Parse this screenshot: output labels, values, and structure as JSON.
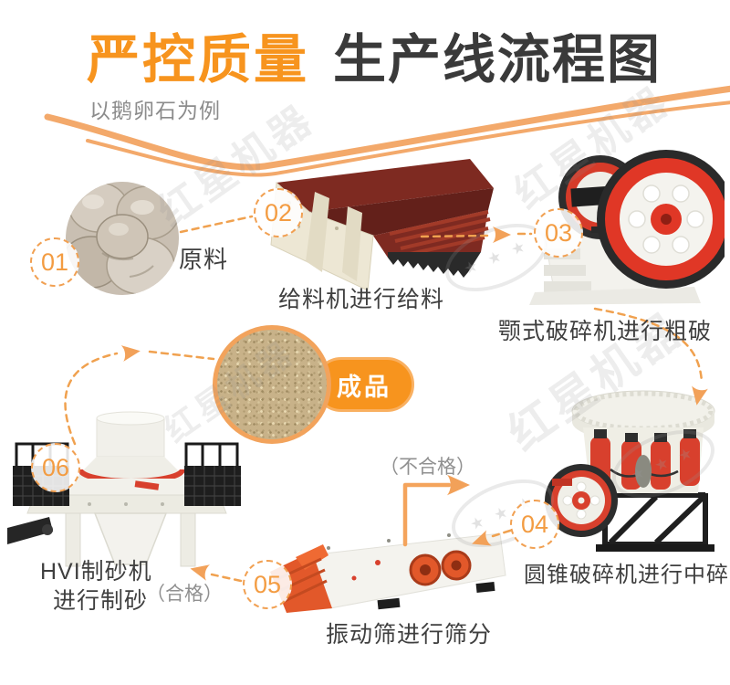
{
  "header": {
    "title_accent": "严控质量",
    "title_main": "生产线流程图",
    "subtitle": "以鹅卵石为例"
  },
  "steps": [
    {
      "num": "01",
      "label": "原料"
    },
    {
      "num": "02",
      "label": "给料机进行给料"
    },
    {
      "num": "03",
      "label": "颚式破碎机进行粗破"
    },
    {
      "num": "04",
      "label": "圆锥破碎机进行中碎"
    },
    {
      "num": "05",
      "label": "振动筛进行筛分"
    },
    {
      "num": "06",
      "label": "HVI制砂机",
      "label_line2": "进行制砂"
    }
  ],
  "product_badge": "成品",
  "flow_notes": {
    "unqualified": "（不合格）",
    "qualified": "（合格）"
  },
  "watermark": {
    "text": "红星机器",
    "stars": "★ ★ ★"
  },
  "colors": {
    "accent_orange": "#F7941E",
    "swoosh_orange": "#F3A96B",
    "dashed_orange": "#F0A14F",
    "arrow_orange": "#F2A159",
    "title_dark": "#3A3A3A",
    "label_dark": "#3F3F3F",
    "note_gray": "#909090",
    "machine_red": "#7E2A21",
    "machine_bright_red": "#E03726",
    "machine_orange_red": "#E2582A",
    "machine_cream": "#EDE7D4"
  }
}
